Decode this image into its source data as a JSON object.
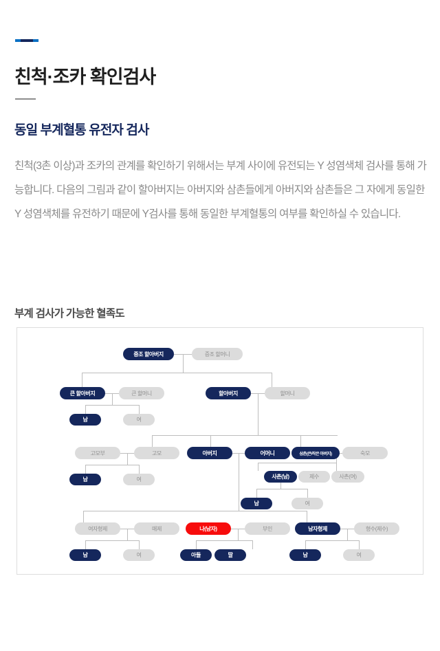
{
  "header": {
    "title": "친척·조카 확인검사",
    "section_title": "동일 부계혈통 유전자 검사",
    "accent_color": "#0b71c4",
    "accent_color_dark": "#15275c"
  },
  "body": {
    "paragraph": "친척(3촌 이상)과 조카의 관계를 확인하기 위해서는 부계 사이에 유전되는 Y 성염색체 검사를 통해 가능합니다. 다음의 그림과 같이 할아버지는 아버지와 삼촌들에게 아버지와 삼촌들은 그 자에게 동일한 Y 성염색체를 유전하기 때문에 Y검사를 통해 동일한 부계혈통의 여부를 확인하실 수 있습니다."
  },
  "figure": {
    "title": "부계 검사가 가능한 혈족도",
    "legend_colors": {
      "paternal_line": "#15275c",
      "self": "#f70c0c",
      "other": "#dcdcdc",
      "connector": "#bdbdbd"
    },
    "nodes": {
      "great_grandfather": "증조 할아버지",
      "great_grandmother": "증조 할머니",
      "great_uncle": "큰 할아버지",
      "great_aunt": "큰 할머니",
      "great_uncle_son": "남",
      "great_uncle_daughter": "여",
      "grandfather": "할아버지",
      "grandmother": "할머니",
      "aunt_husband": "고모부",
      "aunt": "고모",
      "aunt_son": "남",
      "aunt_daughter": "여",
      "father": "아버지",
      "mother": "어머니",
      "uncle": "삼촌(큰/작은 아버지)",
      "uncle_wife": "숙모",
      "cousin_male": "사촌(남)",
      "cousin_wife": "제수",
      "cousin_female": "사촌(여)",
      "cousin_son": "남",
      "cousin_daughter": "여",
      "sister": "여자형제",
      "brother_in_law": "매제",
      "self": "나(남자)",
      "wife": "부인",
      "brother": "남자형제",
      "sister_in_law": "형수(제수)",
      "sister_son": "남",
      "sister_daughter": "여",
      "my_son": "아들",
      "my_daughter": "딸",
      "brother_son": "남",
      "brother_daughter": "여"
    }
  }
}
